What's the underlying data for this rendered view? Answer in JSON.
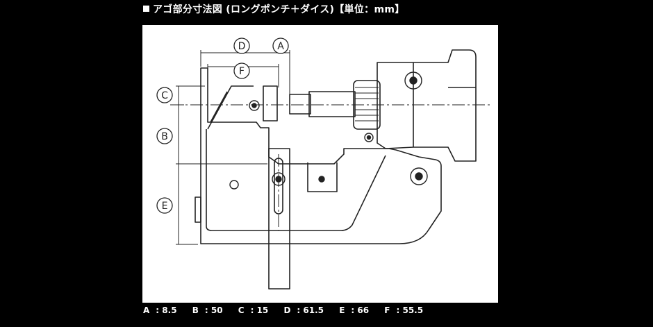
{
  "title": "アゴ部分寸法図 (ロングポンチ＋ダイス)【単位：mm】",
  "diagram": {
    "labels": {
      "A": "A",
      "B": "B",
      "C": "C",
      "D": "D",
      "E": "E",
      "F": "F"
    }
  },
  "dimensions": [
    {
      "key": "A",
      "value": "8.5"
    },
    {
      "key": "B",
      "value": "50"
    },
    {
      "key": "C",
      "value": "15"
    },
    {
      "key": "D",
      "value": "61.5"
    },
    {
      "key": "E",
      "value": "66"
    },
    {
      "key": "F",
      "value": "55.5"
    }
  ],
  "colors": {
    "background": "#000000",
    "panel": "#ffffff",
    "line": "#222222",
    "text": "#ffffff"
  }
}
